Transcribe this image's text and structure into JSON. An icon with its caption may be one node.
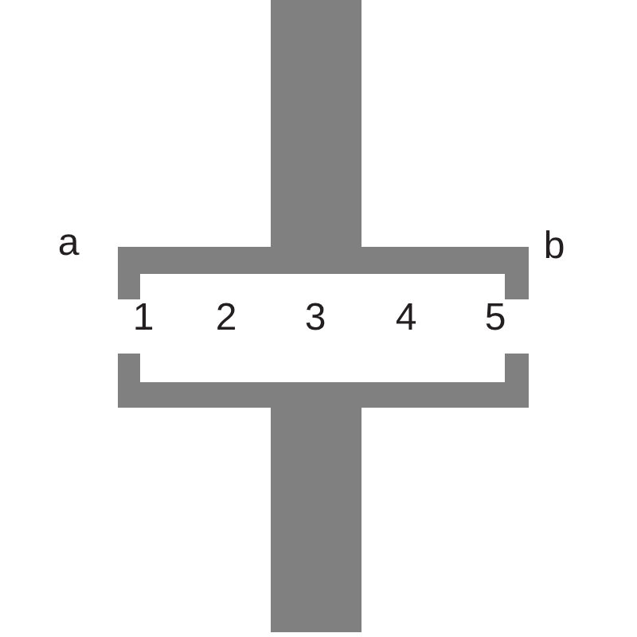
{
  "diagram": {
    "labels": [
      "a",
      "b",
      "1",
      "2",
      "3",
      "4",
      "5"
    ]
  }
}
